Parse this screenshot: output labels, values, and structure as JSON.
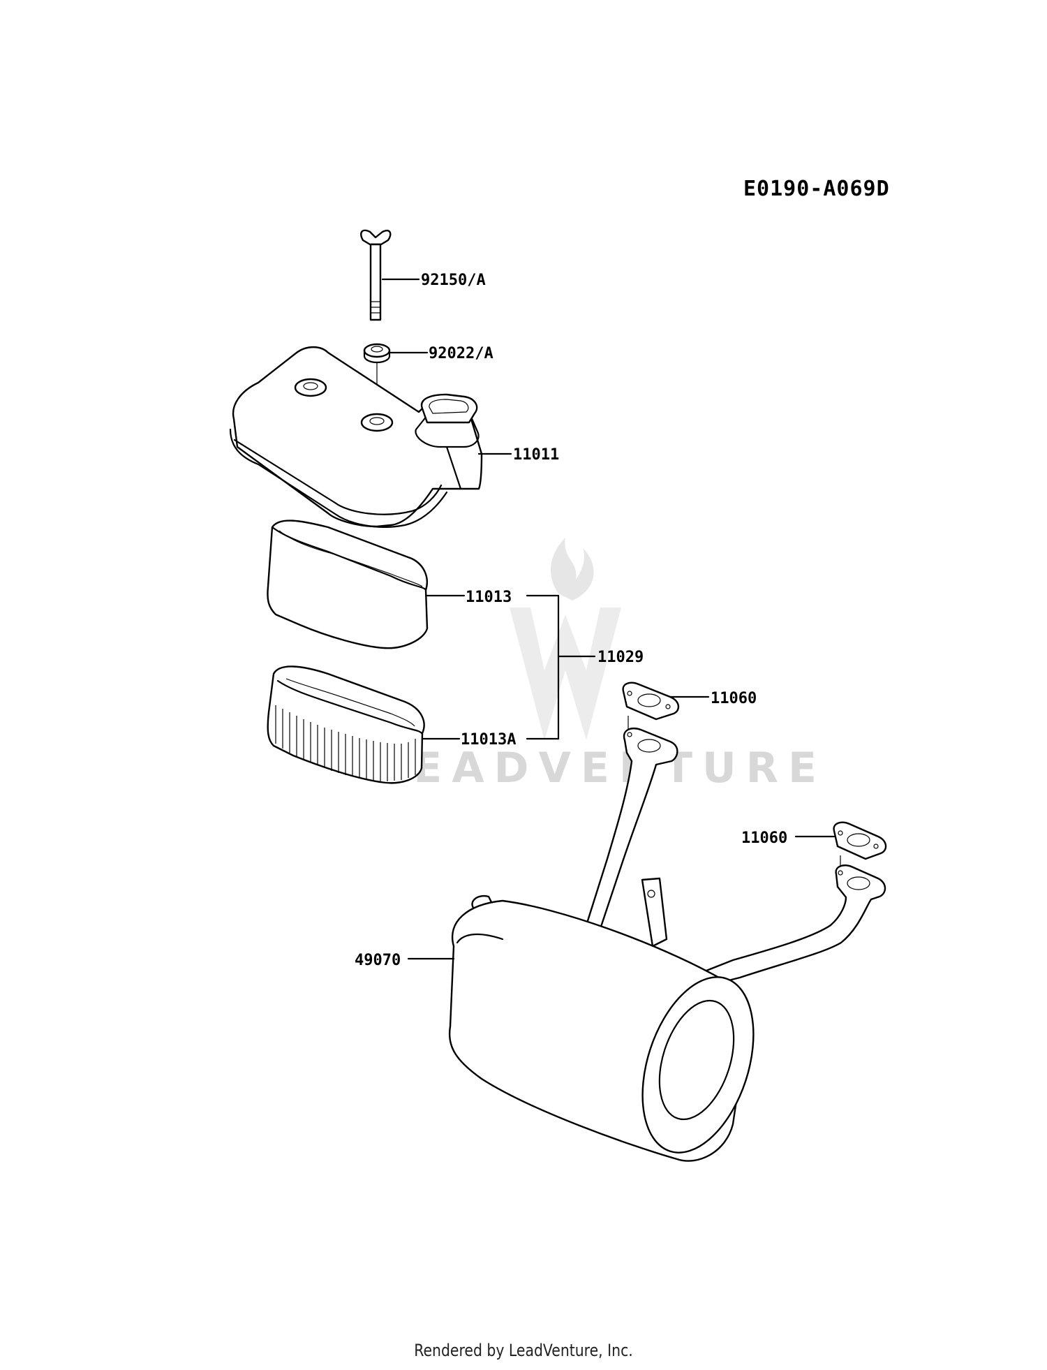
{
  "diagram_code": "E0190-A069D",
  "watermark": "LEADVENTURE",
  "footer": "Rendered by LeadVenture, Inc.",
  "callouts": {
    "wing_bolt": "92150/A",
    "washer": "92022/A",
    "cover": "11011",
    "element": "11013",
    "element_assy": "11029",
    "filter": "11013A",
    "gasket_upper": "11060",
    "gasket_lower": "11060",
    "muffler": "49070"
  }
}
